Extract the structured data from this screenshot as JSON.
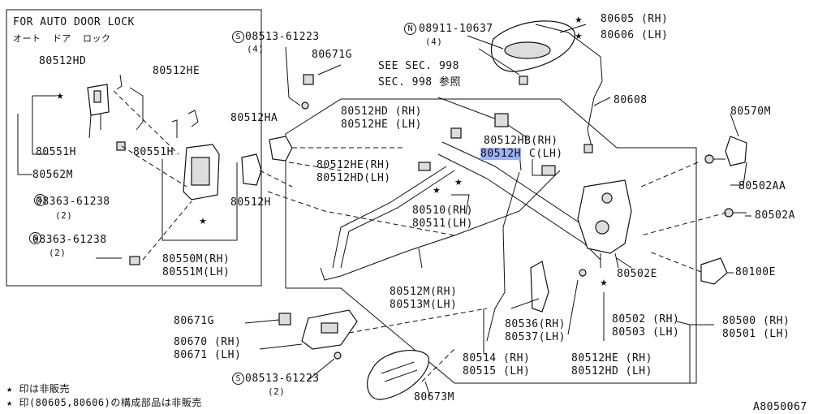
{
  "inset": {
    "title": "FOR AUTO DOOR LOCK",
    "subtitle": "オート  ドア  ロック",
    "labels": {
      "hd": "80512HD",
      "he": "80512HE",
      "h551a": "80551H",
      "h551b": "80551H",
      "m562": "80562M",
      "s1": "08363-61238",
      "s1q": "(2)",
      "s2": "08363-61238",
      "s2q": "(2)",
      "m550": "80550M(RH)",
      "m551": "80551M(LH)"
    }
  },
  "labels": {
    "s08513a": "08513-61223",
    "s08513a_q": "(4)",
    "g80671a": "80671G",
    "n08911": "08911-10637",
    "n08911_q": "(4)",
    "p80605": "80605 (RH)",
    "p80606": "80606 (LH)",
    "see1": "SEE SEC. 998",
    "see2": "SEC. 998 参照",
    "p80608": "80608",
    "p80570m": "80570M",
    "p80512ha": "80512HA",
    "hd_rh": "80512HD (RH)",
    "he_lh": "80512HE (LH)",
    "hb_rh": "80512HB(RH)",
    "hc_a": "80512H",
    "hc_b": "C(LH)",
    "he_rh": "80512HE(RH)",
    "hd_lh": "80512HD(LH)",
    "p80512h": "80512H",
    "p80510": "80510(RH)",
    "p80511": "80511(LH)",
    "p80502aa": "80502AA",
    "p80502a": "80502A",
    "p80100e": "80100E",
    "p80502e": "80502E",
    "p80512m": "80512M(RH)",
    "p80513m": "80513M(LH)",
    "p80671g": "80671G",
    "p80670": "80670 (RH)",
    "p80671": "80671 (LH)",
    "p80536": "80536(RH)",
    "p80537": "80537(LH)",
    "p80502": "80502 (RH)",
    "p80503": "80503 (LH)",
    "p80500": "80500 (RH)",
    "p80501": "80501 (LH)",
    "p80514": "80514 (RH)",
    "p80515": "80515 (LH)",
    "he_rh2": "80512HE (RH)",
    "hd_lh2": "80512HD (LH)",
    "s08513b": "08513-61223",
    "s08513b_q": "(2)",
    "p80673m": "80673M"
  },
  "notes": {
    "note1": "★ 印は非販売",
    "note2": "★ 印(80605,80606)の構成部品は非販売"
  },
  "figure_id": "A8050067"
}
